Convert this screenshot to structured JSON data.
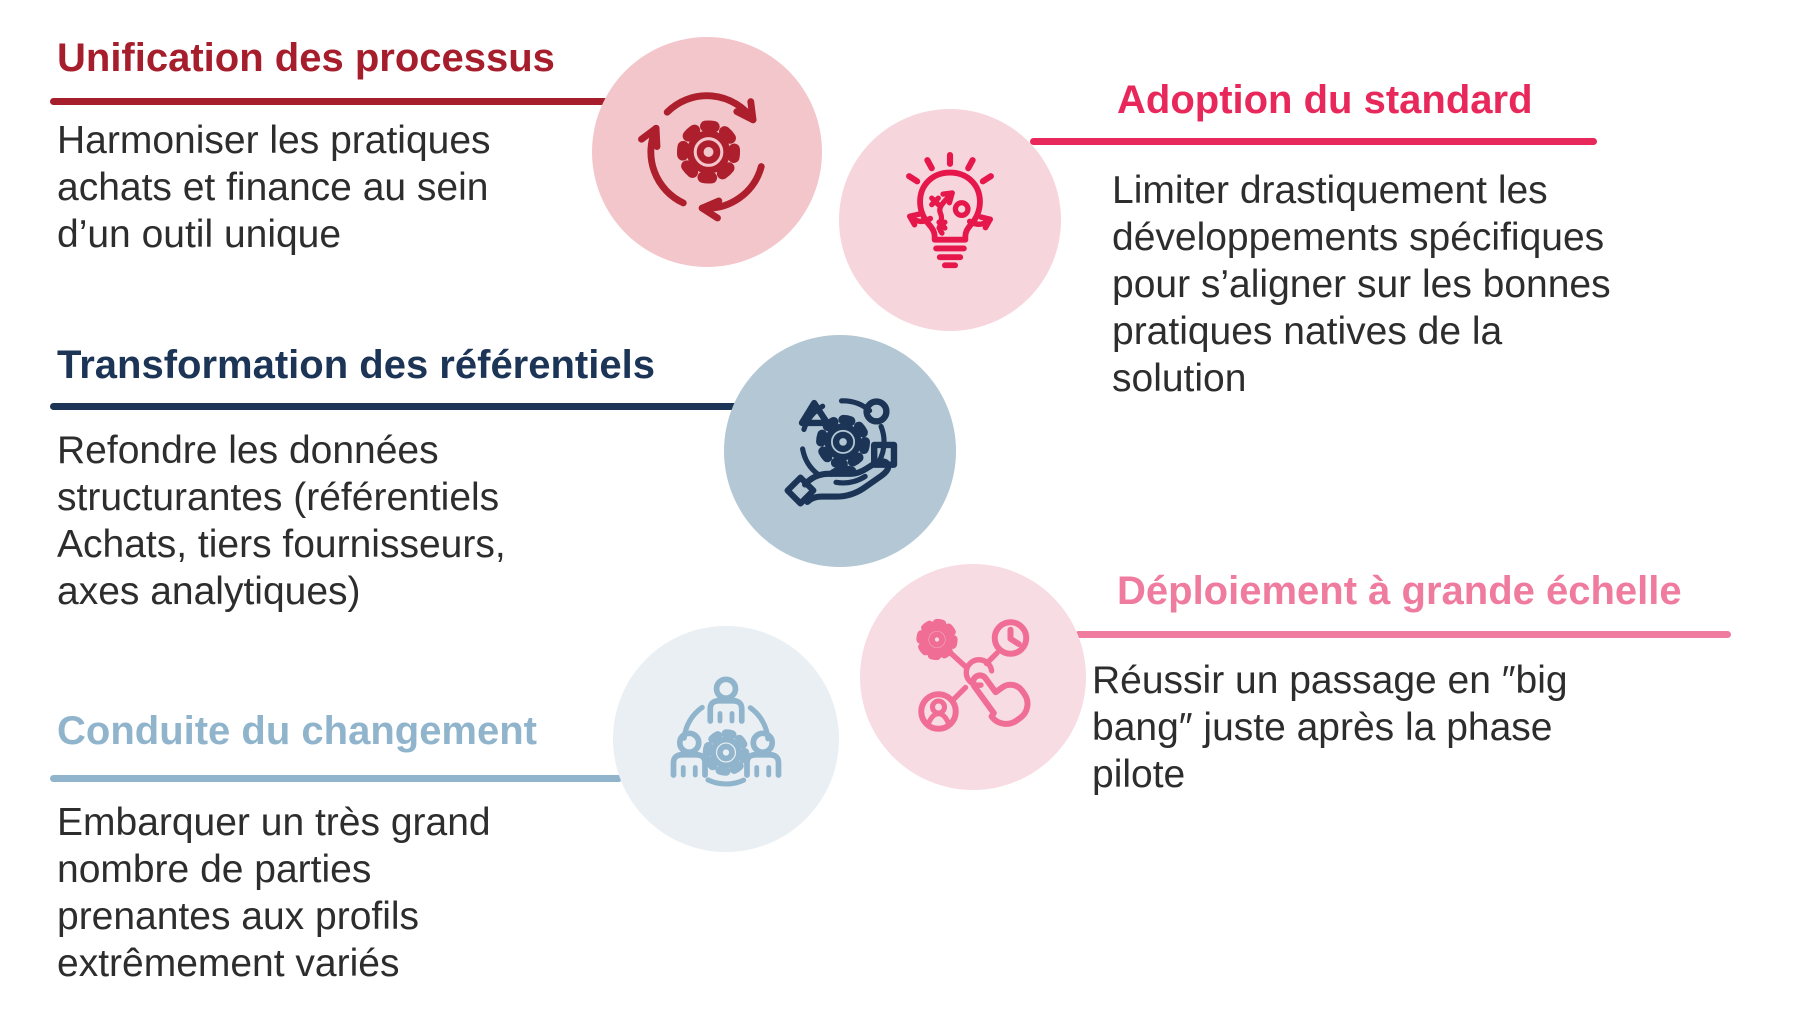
{
  "page": {
    "background": "#FFFFFF",
    "text_color": "#2D2D2D"
  },
  "sections": [
    {
      "title": "Unification des processus",
      "accent": "#A61E2C",
      "icon_color": "#AD1F2D",
      "circle_fill": "#F3C6CB",
      "icon": "cycle-gear-icon",
      "body_lines": [
        "Harmoniser les pratiques",
        "achats et finance au sein",
        "d’un outil unique"
      ]
    },
    {
      "title": "Adoption du standard",
      "accent": "#E8285A",
      "icon_color": "#E5174B",
      "circle_fill": "#F7D5DD",
      "icon": "idea-strategy-icon",
      "body_lines": [
        "Limiter drastiquement les",
        "développements spécifiques",
        "pour s’aligner sur les bonnes",
        "pratiques natives de la",
        "solution"
      ]
    },
    {
      "title": "Transformation des référentiels",
      "accent": "#1C3456",
      "icon_color": "#1C3456",
      "circle_fill": "#B3C7D4",
      "icon": "hand-gear-icon",
      "body_lines": [
        "Refondre les données",
        "structurantes (référentiels",
        "Achats, tiers fournisseurs,",
        "axes analytiques)"
      ]
    },
    {
      "title": "Déploiement à grande échelle",
      "accent": "#EF7C9F",
      "icon_color": "#F06E96",
      "circle_fill": "#F8DCE4",
      "icon": "tap-network-icon",
      "body_lines": [
        "Réussir un passage en ″big",
        "bang″ juste après la phase",
        "pilote"
      ]
    },
    {
      "title": "Conduite du changement",
      "accent": "#8FB4CC",
      "icon_color": "#8FB4CC",
      "circle_fill": "#E9EFF3",
      "icon": "team-gear-icon",
      "body_lines": [
        "Embarquer un très grand",
        "nombre de parties",
        "prenantes aux profils",
        "extrêmement variés"
      ]
    }
  ]
}
